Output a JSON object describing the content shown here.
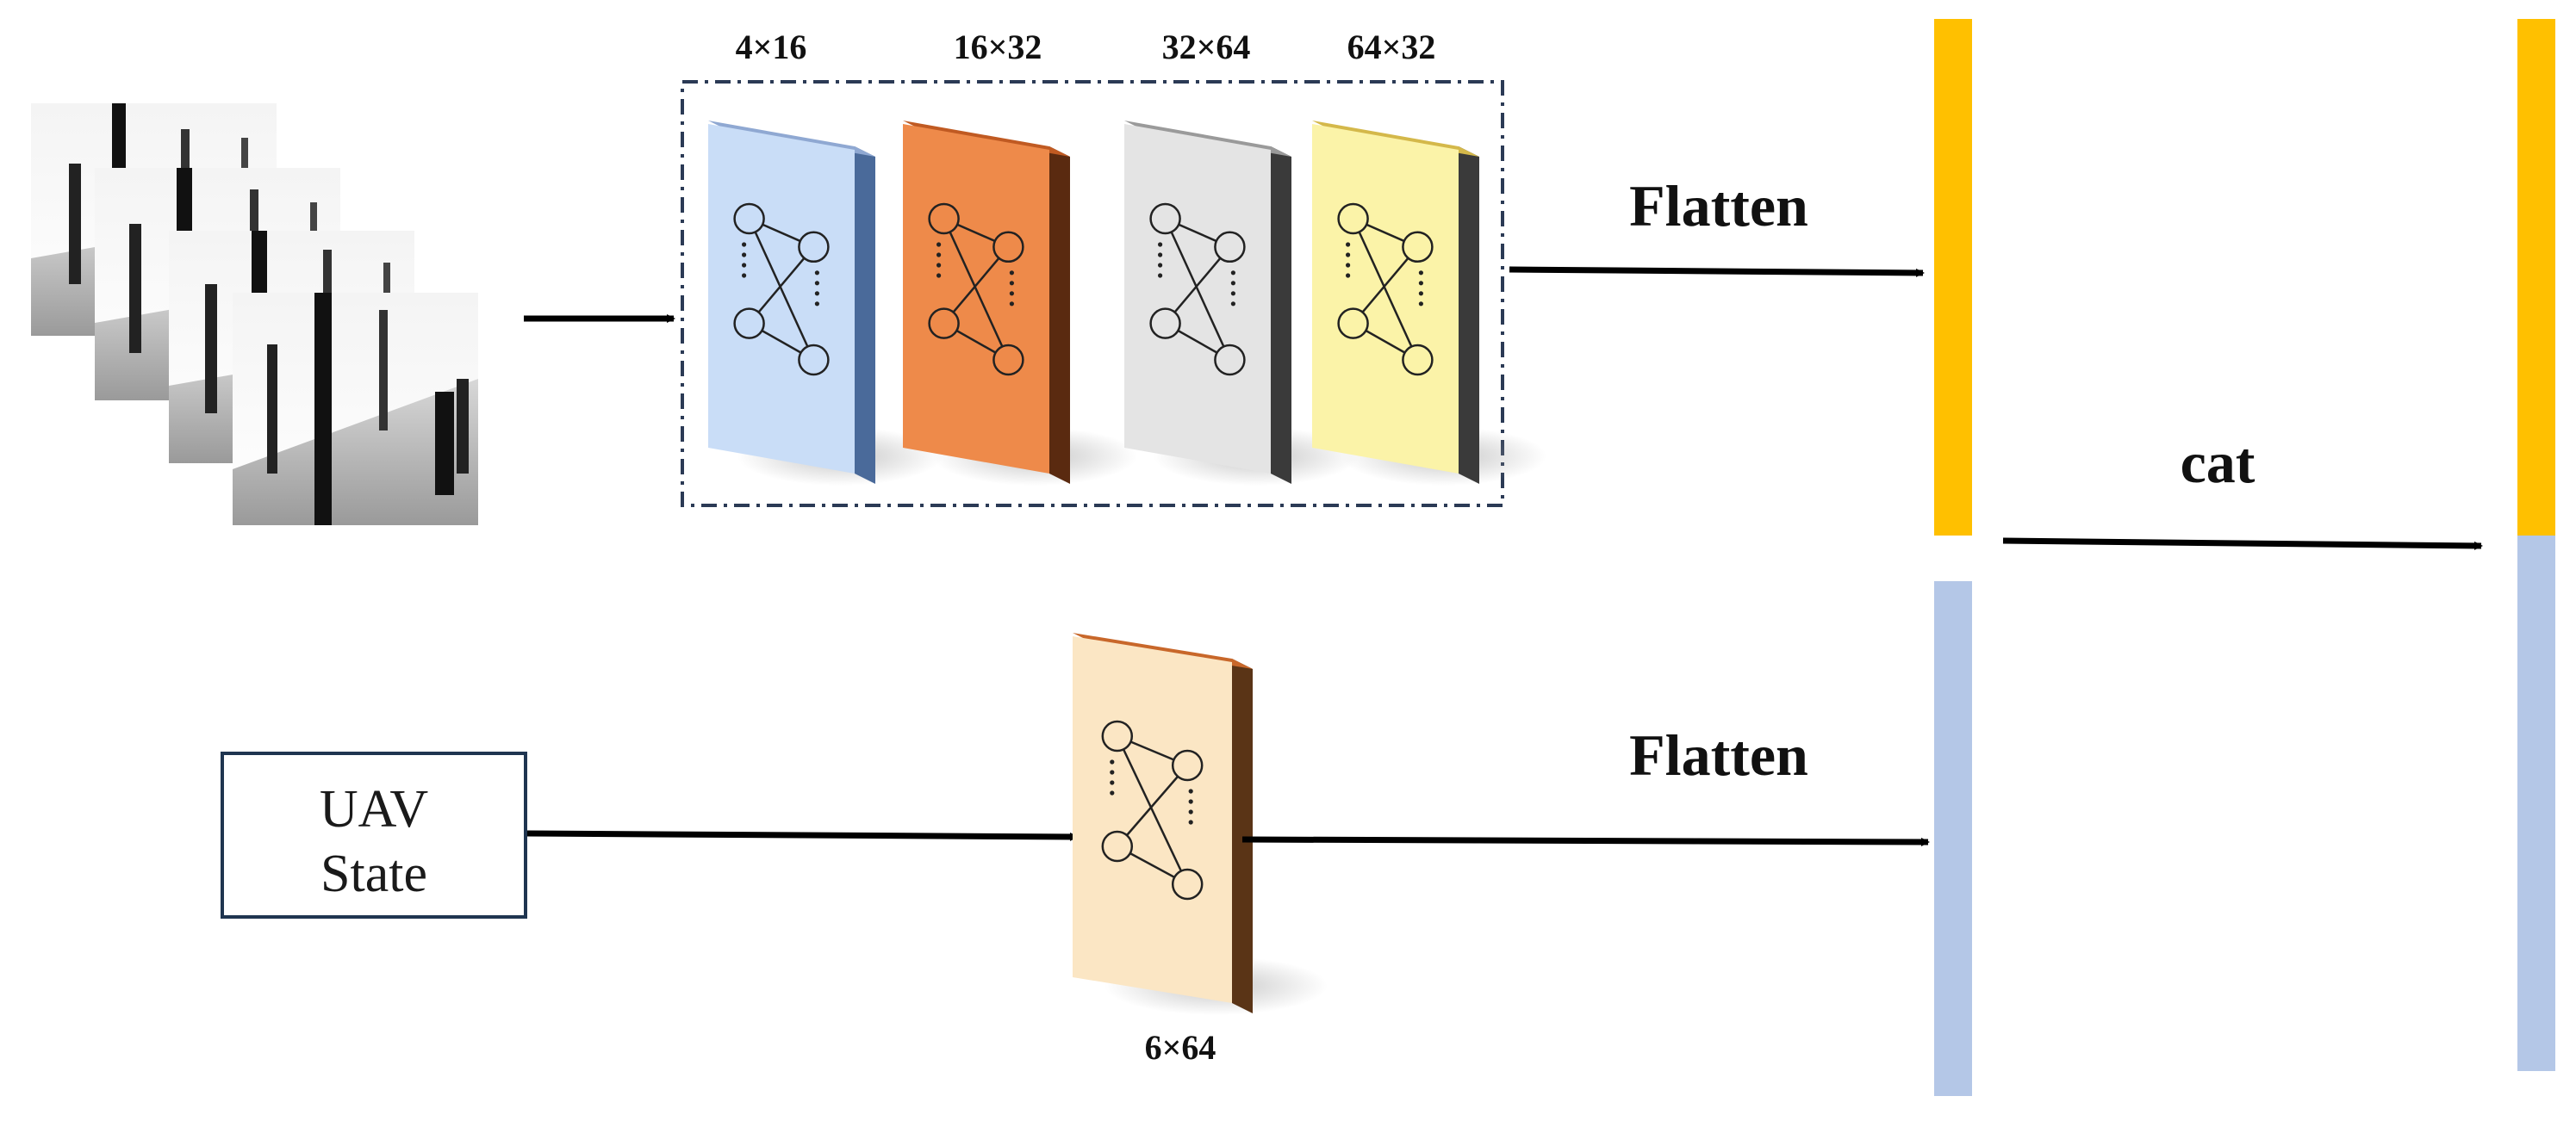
{
  "diagram": {
    "cnn_layers": [
      {
        "label": "4×16",
        "face": "#c9ddf7",
        "side": "#4a6a9a",
        "top": "#8fa8d2"
      },
      {
        "label": "16×32",
        "face": "#ee8a4a",
        "side": "#5a2a10",
        "top": "#c05a22"
      },
      {
        "label": "32×64",
        "face": "#e4e4e4",
        "side": "#3a3a3a",
        "top": "#9a9a9a"
      },
      {
        "label": "64×32",
        "face": "#fbf3a8",
        "side": "#3a3a3a",
        "top": "#d4b84a"
      }
    ],
    "state_layer": {
      "label": "6×64",
      "face": "#fbe6c4",
      "side": "#5a3416",
      "top": "#c8672a"
    },
    "flatten_top_label": "Flatten",
    "flatten_bottom_label": "Flatten",
    "cat_label": "cat",
    "uav_state_lines": [
      "UAV",
      "State"
    ],
    "colors": {
      "image_feature_bar": "#ffc000",
      "state_feature_bar": "#b4c7e7",
      "arrow": "#000000"
    }
  }
}
